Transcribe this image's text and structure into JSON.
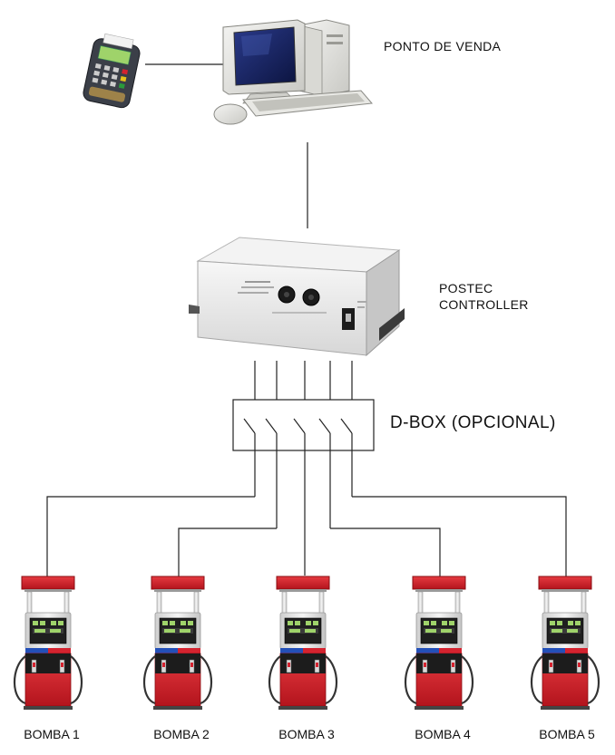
{
  "labels": {
    "pos": "PONTO DE VENDA",
    "controller_line1": "POSTEC",
    "controller_line2": "CONTROLLER",
    "dbox": "D-BOX (OPCIONAL)"
  },
  "pumps": [
    {
      "label": "BOMBA 1"
    },
    {
      "label": "BOMBA 2"
    },
    {
      "label": "BOMBA 3"
    },
    {
      "label": "BOMBA 4"
    },
    {
      "label": "BOMBA 5"
    }
  ],
  "colors": {
    "pump_red": "#d4232f",
    "pump_body": "#e8e8e8",
    "pump_dark": "#1f1f1f",
    "screen_green": "#9fd36a",
    "line": "#222222"
  },
  "icons": [
    "card-terminal-icon",
    "computer-icon",
    "controller-box-icon",
    "switch-icon",
    "fuel-pump-icon"
  ]
}
